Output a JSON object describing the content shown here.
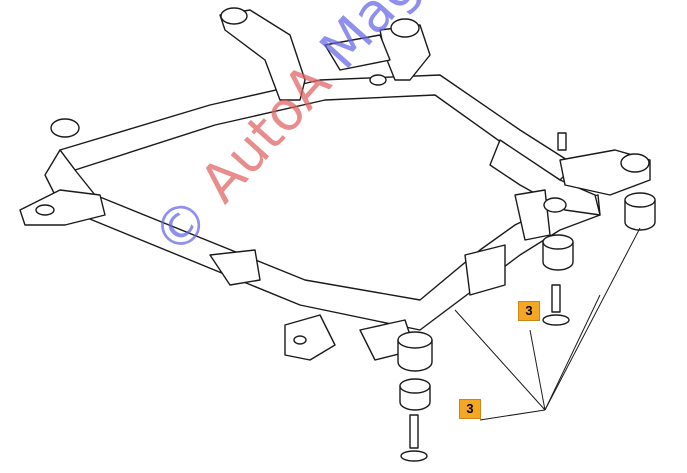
{
  "callouts": [
    {
      "label": "3"
    },
    {
      "label": "3"
    }
  ],
  "watermark": {
    "copyright": "©",
    "part1": "AutoA",
    "part2": "Magazin"
  }
}
